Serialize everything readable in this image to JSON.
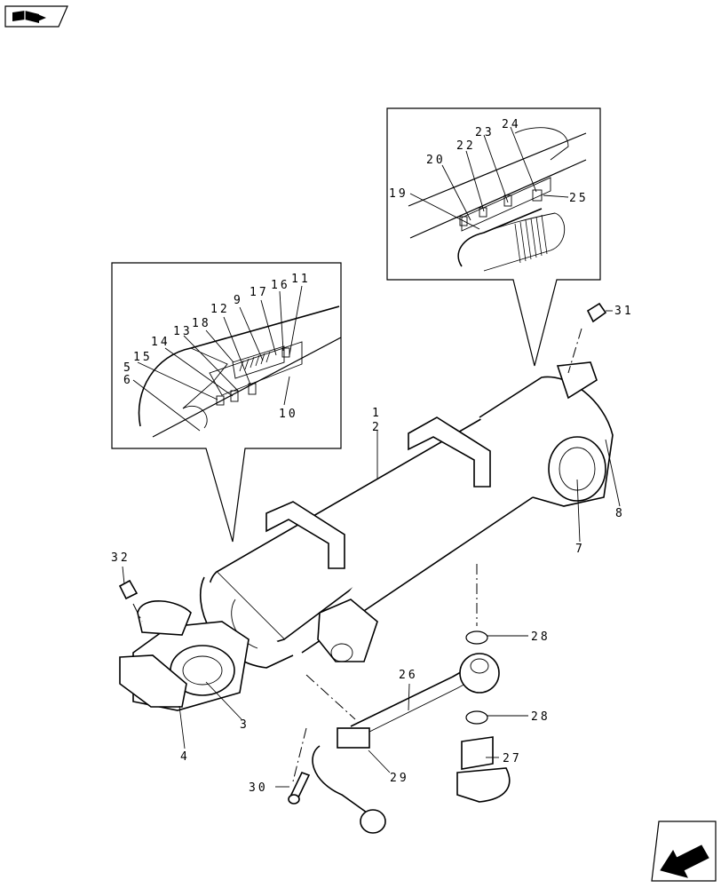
{
  "diagram": {
    "callouts": [
      {
        "id": "c1",
        "text": "1"
      },
      {
        "id": "c2",
        "text": "2"
      },
      {
        "id": "c3",
        "text": "3"
      },
      {
        "id": "c4",
        "text": "4"
      },
      {
        "id": "c5",
        "text": "5"
      },
      {
        "id": "c6",
        "text": "6"
      },
      {
        "id": "c7",
        "text": "7"
      },
      {
        "id": "c8",
        "text": "8"
      },
      {
        "id": "c9",
        "text": "9"
      },
      {
        "id": "c10",
        "text": "10"
      },
      {
        "id": "c11",
        "text": "11"
      },
      {
        "id": "c12",
        "text": "12"
      },
      {
        "id": "c13",
        "text": "13"
      },
      {
        "id": "c14",
        "text": "14"
      },
      {
        "id": "c15",
        "text": "15"
      },
      {
        "id": "c16",
        "text": "16"
      },
      {
        "id": "c17",
        "text": "17"
      },
      {
        "id": "c18",
        "text": "18"
      },
      {
        "id": "c19",
        "text": "19"
      },
      {
        "id": "c20",
        "text": "20"
      },
      {
        "id": "c22",
        "text": "22"
      },
      {
        "id": "c23",
        "text": "23"
      },
      {
        "id": "c24",
        "text": "24"
      },
      {
        "id": "c25",
        "text": "25"
      },
      {
        "id": "c26",
        "text": "26"
      },
      {
        "id": "c27",
        "text": "27"
      },
      {
        "id": "c28a",
        "text": "28"
      },
      {
        "id": "c28b",
        "text": "28"
      },
      {
        "id": "c29",
        "text": "29"
      },
      {
        "id": "c30",
        "text": "30"
      },
      {
        "id": "c31",
        "text": "31"
      },
      {
        "id": "c32",
        "text": "32"
      }
    ],
    "icons": {
      "top_left": "book-navigation-icon",
      "bottom_right": "next-page-arrow-icon"
    }
  }
}
